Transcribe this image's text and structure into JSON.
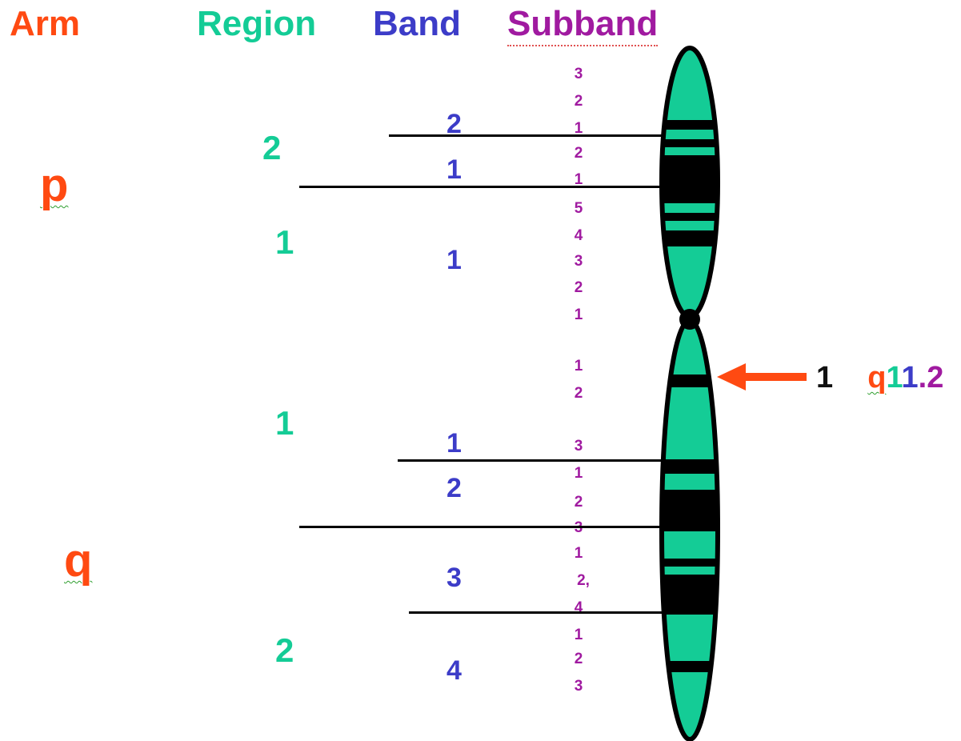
{
  "headers": {
    "arm": "Arm",
    "region": "Region",
    "band": "Band",
    "subband": "Subband"
  },
  "arms": {
    "p": "p",
    "q": "q"
  },
  "regions": {
    "p2": "2",
    "p1": "1",
    "q1": "1",
    "q2": "2"
  },
  "bands": {
    "p22": "2",
    "p21": "1",
    "p11": "1",
    "q11": "1",
    "q12": "2",
    "q13": "3",
    "q14": "4"
  },
  "subbands": {
    "p_top": [
      "3",
      "2",
      "1",
      "2",
      "1",
      "5",
      "4",
      "3",
      "2",
      "1"
    ],
    "q_top": [
      "1",
      "2"
    ],
    "q_bottom": [
      "3",
      "1",
      "2",
      "3",
      "1",
      "2,",
      "4",
      "1",
      "2",
      "3"
    ]
  },
  "annotation": {
    "number": "1",
    "arm": "q",
    "region": "1",
    "band": "1",
    "dot": ".",
    "subband": "2"
  },
  "colors": {
    "arm": "#ff4a12",
    "region": "#14cc96",
    "band": "#3c3cc8",
    "subband": "#a01aa0",
    "chromosome_fill": "#14cc96",
    "chromosome_band": "#000000",
    "arrow": "#ff4a12"
  }
}
